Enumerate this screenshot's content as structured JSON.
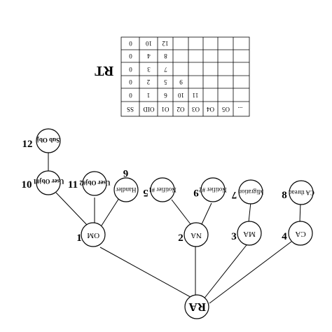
{
  "table": {
    "title": "RT",
    "rows": [
      [
        "0",
        "10",
        "12",
        "",
        "",
        "",
        ""
      ],
      [
        "0",
        "4",
        "8",
        "",
        "",
        "",
        ""
      ],
      [
        "0",
        "3",
        "7",
        "",
        "",
        "",
        ""
      ],
      [
        "0",
        "2",
        "5",
        "9",
        "",
        "",
        ""
      ],
      [
        "0",
        "1",
        "6",
        "10",
        "11",
        "",
        ""
      ],
      [
        "SS",
        "OID",
        "O1",
        "O2",
        "O3",
        "O4",
        "O5",
        "..."
      ]
    ]
  },
  "tree": {
    "nodes": [
      {
        "id": "RA",
        "label": "RA",
        "number": ""
      },
      {
        "id": "OM",
        "label": "OM",
        "number": "1"
      },
      {
        "id": "NA",
        "label": "NA",
        "number": "2"
      },
      {
        "id": "MA",
        "label": "MA",
        "number": "3"
      },
      {
        "id": "CA",
        "label": "CA",
        "number": "4"
      },
      {
        "id": "UserObj1",
        "label": "User Obj#1",
        "number": "10"
      },
      {
        "id": "UserObj2",
        "label": "User Obj#2",
        "number": "11"
      },
      {
        "id": "Handler",
        "label": "Handler",
        "number": "6"
      },
      {
        "id": "Notifier1",
        "label": "Notifier #1",
        "number": "5"
      },
      {
        "id": "Notifier2",
        "label": "Notifier #2",
        "number": "9"
      },
      {
        "id": "Migration",
        "label": "Migration",
        "number": "7"
      },
      {
        "id": "CAThread",
        "label": "CA thread",
        "number": "8"
      },
      {
        "id": "SubObj",
        "label": "Sub Obj",
        "number": "12"
      }
    ]
  }
}
